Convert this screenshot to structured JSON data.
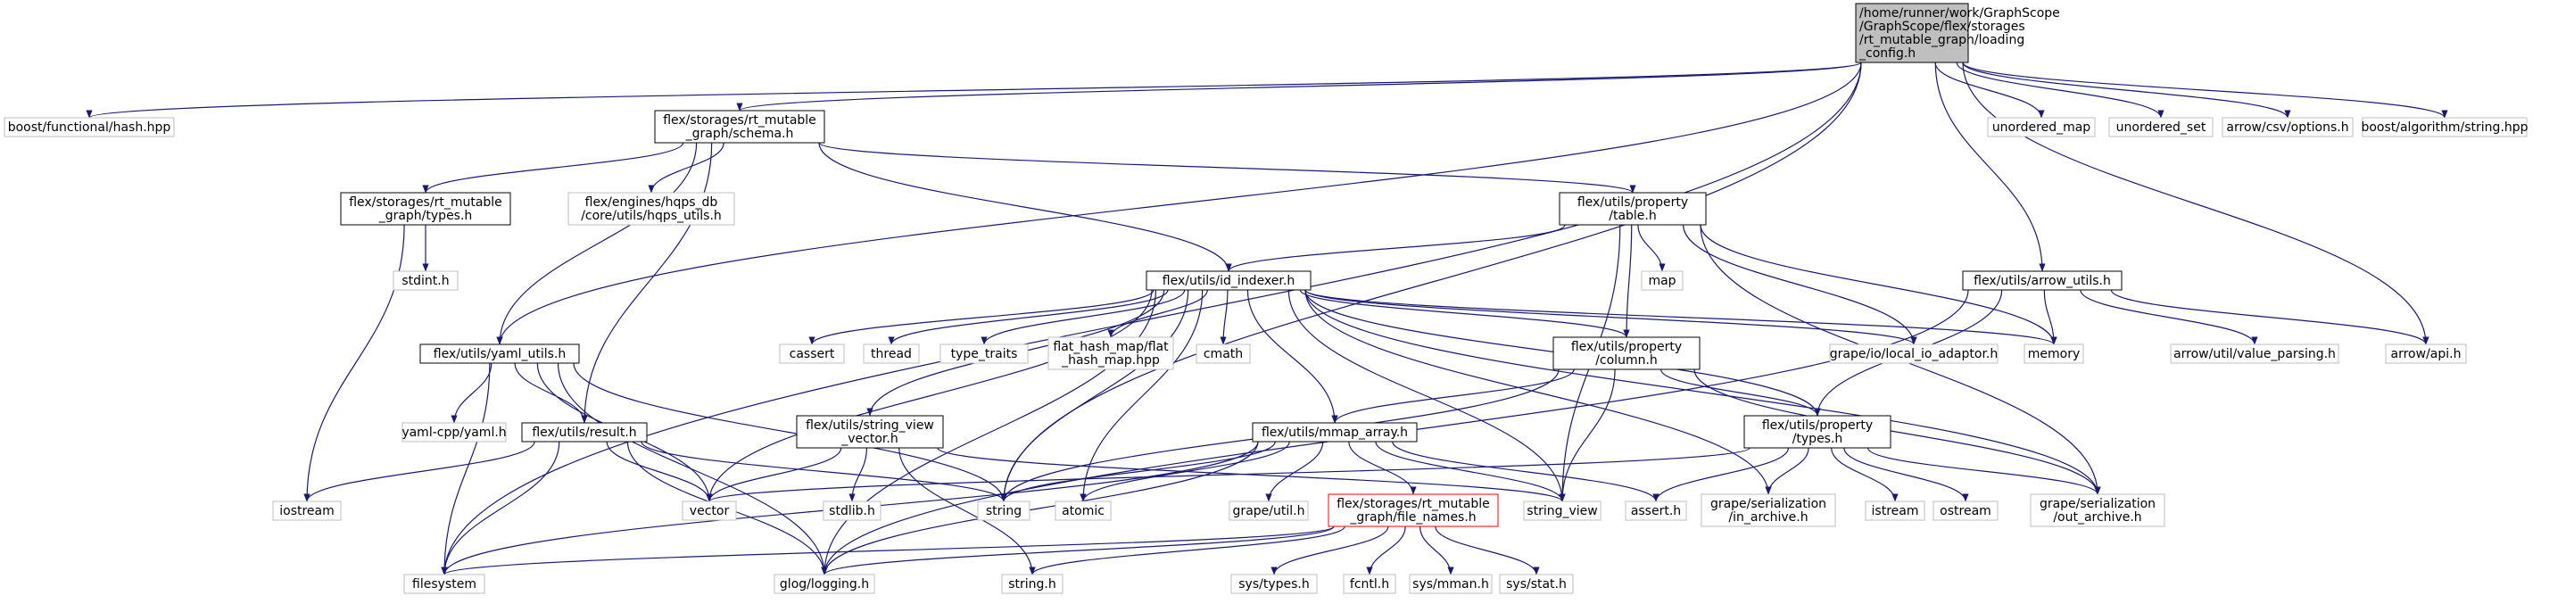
{
  "nodes": [
    {
      "id": "root",
      "lines": [
        "/home/runner/work/GraphScope",
        "/GraphScope/flex/storages",
        "/rt_mutable_graph/loading",
        "_config.h"
      ],
      "kind": "root"
    },
    {
      "id": "boost_hash",
      "lines": [
        "boost/functional/hash.hpp"
      ],
      "kind": "external"
    },
    {
      "id": "schema",
      "lines": [
        "flex/storages/rt_mutable",
        "_graph/schema.h"
      ],
      "kind": "internal"
    },
    {
      "id": "unordered_map",
      "lines": [
        "unordered_map"
      ],
      "kind": "external"
    },
    {
      "id": "unordered_set",
      "lines": [
        "unordered_set"
      ],
      "kind": "external"
    },
    {
      "id": "arrow_csv",
      "lines": [
        "arrow/csv/options.h"
      ],
      "kind": "external"
    },
    {
      "id": "boost_string",
      "lines": [
        "boost/algorithm/string.hpp"
      ],
      "kind": "external"
    },
    {
      "id": "types_rt",
      "lines": [
        "flex/storages/rt_mutable",
        "_graph/types.h"
      ],
      "kind": "internal"
    },
    {
      "id": "hqps_utils",
      "lines": [
        "flex/engines/hqps_db",
        "/core/utils/hqps_utils.h"
      ],
      "kind": "external"
    },
    {
      "id": "prop_table",
      "lines": [
        "flex/utils/property",
        "/table.h"
      ],
      "kind": "internal"
    },
    {
      "id": "stdint",
      "lines": [
        "stdint.h"
      ],
      "kind": "external"
    },
    {
      "id": "id_indexer",
      "lines": [
        "flex/utils/id_indexer.h"
      ],
      "kind": "internal"
    },
    {
      "id": "map",
      "lines": [
        "map"
      ],
      "kind": "external"
    },
    {
      "id": "arrow_utils",
      "lines": [
        "flex/utils/arrow_utils.h"
      ],
      "kind": "internal"
    },
    {
      "id": "yaml_utils",
      "lines": [
        "flex/utils/yaml_utils.h"
      ],
      "kind": "internal"
    },
    {
      "id": "cassert",
      "lines": [
        "cassert"
      ],
      "kind": "external"
    },
    {
      "id": "thread",
      "lines": [
        "thread"
      ],
      "kind": "external"
    },
    {
      "id": "type_traits",
      "lines": [
        "type_traits"
      ],
      "kind": "external"
    },
    {
      "id": "flat_hash_map",
      "lines": [
        "flat_hash_map/flat",
        "_hash_map.hpp"
      ],
      "kind": "external"
    },
    {
      "id": "cmath",
      "lines": [
        "cmath"
      ],
      "kind": "external"
    },
    {
      "id": "prop_column",
      "lines": [
        "flex/utils/property",
        "/column.h"
      ],
      "kind": "internal"
    },
    {
      "id": "local_io",
      "lines": [
        "grape/io/local_io_adaptor.h"
      ],
      "kind": "external"
    },
    {
      "id": "memory",
      "lines": [
        "memory"
      ],
      "kind": "external"
    },
    {
      "id": "value_parsing",
      "lines": [
        "arrow/util/value_parsing.h"
      ],
      "kind": "external"
    },
    {
      "id": "arrow_api",
      "lines": [
        "arrow/api.h"
      ],
      "kind": "external"
    },
    {
      "id": "yaml_cpp",
      "lines": [
        "yaml-cpp/yaml.h"
      ],
      "kind": "external"
    },
    {
      "id": "result",
      "lines": [
        "flex/utils/result.h"
      ],
      "kind": "internal"
    },
    {
      "id": "sv_vector",
      "lines": [
        "flex/utils/string_view",
        "_vector.h"
      ],
      "kind": "internal"
    },
    {
      "id": "mmap_array",
      "lines": [
        "flex/utils/mmap_array.h"
      ],
      "kind": "internal"
    },
    {
      "id": "prop_types",
      "lines": [
        "flex/utils/property",
        "/types.h"
      ],
      "kind": "internal"
    },
    {
      "id": "iostream",
      "lines": [
        "iostream"
      ],
      "kind": "external"
    },
    {
      "id": "vector",
      "lines": [
        "vector"
      ],
      "kind": "external"
    },
    {
      "id": "stdlib",
      "lines": [
        "stdlib.h"
      ],
      "kind": "external"
    },
    {
      "id": "string",
      "lines": [
        "string"
      ],
      "kind": "external"
    },
    {
      "id": "atomic",
      "lines": [
        "atomic"
      ],
      "kind": "external"
    },
    {
      "id": "grape_util",
      "lines": [
        "grape/util.h"
      ],
      "kind": "external"
    },
    {
      "id": "file_names",
      "lines": [
        "flex/storages/rt_mutable",
        "_graph/file_names.h"
      ],
      "kind": "missing"
    },
    {
      "id": "string_view",
      "lines": [
        "string_view"
      ],
      "kind": "external"
    },
    {
      "id": "assert",
      "lines": [
        "assert.h"
      ],
      "kind": "external"
    },
    {
      "id": "in_archive",
      "lines": [
        "grape/serialization",
        "/in_archive.h"
      ],
      "kind": "external"
    },
    {
      "id": "istream",
      "lines": [
        "istream"
      ],
      "kind": "external"
    },
    {
      "id": "ostream",
      "lines": [
        "ostream"
      ],
      "kind": "external"
    },
    {
      "id": "out_archive",
      "lines": [
        "grape/serialization",
        "/out_archive.h"
      ],
      "kind": "external"
    },
    {
      "id": "filesystem",
      "lines": [
        "filesystem"
      ],
      "kind": "external"
    },
    {
      "id": "glog",
      "lines": [
        "glog/logging.h"
      ],
      "kind": "external"
    },
    {
      "id": "string_h",
      "lines": [
        "string.h"
      ],
      "kind": "external"
    },
    {
      "id": "sys_types",
      "lines": [
        "sys/types.h"
      ],
      "kind": "external"
    },
    {
      "id": "fcntl",
      "lines": [
        "fcntl.h"
      ],
      "kind": "external"
    },
    {
      "id": "sys_mman",
      "lines": [
        "sys/mman.h"
      ],
      "kind": "external"
    },
    {
      "id": "sys_stat",
      "lines": [
        "sys/stat.h"
      ],
      "kind": "external"
    }
  ],
  "edges": [
    [
      "root",
      "boost_hash"
    ],
    [
      "root",
      "schema"
    ],
    [
      "root",
      "unordered_map"
    ],
    [
      "root",
      "unordered_set"
    ],
    [
      "root",
      "arrow_csv"
    ],
    [
      "root",
      "boost_string"
    ],
    [
      "root",
      "arrow_utils"
    ],
    [
      "root",
      "yaml_utils"
    ],
    [
      "root",
      "filesystem"
    ],
    [
      "root",
      "string"
    ],
    [
      "root",
      "arrow_api"
    ],
    [
      "schema",
      "types_rt"
    ],
    [
      "schema",
      "hqps_utils"
    ],
    [
      "schema",
      "prop_table"
    ],
    [
      "schema",
      "id_indexer"
    ],
    [
      "schema",
      "yaml_utils"
    ],
    [
      "schema",
      "result"
    ],
    [
      "types_rt",
      "stdint"
    ],
    [
      "types_rt",
      "iostream"
    ],
    [
      "prop_table",
      "id_indexer"
    ],
    [
      "prop_table",
      "map"
    ],
    [
      "prop_table",
      "prop_column"
    ],
    [
      "prop_table",
      "local_io"
    ],
    [
      "prop_table",
      "memory"
    ],
    [
      "prop_table",
      "string_view"
    ],
    [
      "prop_table",
      "out_archive"
    ],
    [
      "id_indexer",
      "cassert"
    ],
    [
      "id_indexer",
      "thread"
    ],
    [
      "id_indexer",
      "type_traits"
    ],
    [
      "id_indexer",
      "flat_hash_map"
    ],
    [
      "id_indexer",
      "cmath"
    ],
    [
      "id_indexer",
      "prop_column"
    ],
    [
      "id_indexer",
      "local_io"
    ],
    [
      "id_indexer",
      "memory"
    ],
    [
      "id_indexer",
      "sv_vector"
    ],
    [
      "id_indexer",
      "mmap_array"
    ],
    [
      "id_indexer",
      "prop_types"
    ],
    [
      "id_indexer",
      "vector"
    ],
    [
      "id_indexer",
      "string"
    ],
    [
      "id_indexer",
      "atomic"
    ],
    [
      "id_indexer",
      "string_view"
    ],
    [
      "id_indexer",
      "glog"
    ],
    [
      "id_indexer",
      "in_archive"
    ],
    [
      "id_indexer",
      "out_archive"
    ],
    [
      "arrow_utils",
      "memory"
    ],
    [
      "arrow_utils",
      "value_parsing"
    ],
    [
      "arrow_utils",
      "arrow_api"
    ],
    [
      "arrow_utils",
      "prop_types"
    ],
    [
      "arrow_utils",
      "glog"
    ],
    [
      "yaml_utils",
      "yaml_cpp"
    ],
    [
      "yaml_utils",
      "result"
    ],
    [
      "yaml_utils",
      "vector"
    ],
    [
      "yaml_utils",
      "string"
    ],
    [
      "yaml_utils",
      "filesystem"
    ],
    [
      "yaml_utils",
      "glog"
    ],
    [
      "prop_column",
      "mmap_array"
    ],
    [
      "prop_column",
      "prop_types"
    ],
    [
      "prop_column",
      "string"
    ],
    [
      "prop_column",
      "string_view"
    ],
    [
      "prop_column",
      "out_archive"
    ],
    [
      "result",
      "iostream"
    ],
    [
      "result",
      "vector"
    ],
    [
      "result",
      "string"
    ],
    [
      "result",
      "filesystem"
    ],
    [
      "result",
      "glog"
    ],
    [
      "sv_vector",
      "vector"
    ],
    [
      "sv_vector",
      "stdlib"
    ],
    [
      "sv_vector",
      "string_h"
    ],
    [
      "sv_vector",
      "string_view"
    ],
    [
      "mmap_array",
      "string"
    ],
    [
      "mmap_array",
      "atomic"
    ],
    [
      "mmap_array",
      "grape_util"
    ],
    [
      "mmap_array",
      "file_names"
    ],
    [
      "mmap_array",
      "string_view"
    ],
    [
      "mmap_array",
      "assert"
    ],
    [
      "mmap_array",
      "filesystem"
    ],
    [
      "mmap_array",
      "glog"
    ],
    [
      "prop_types",
      "vector"
    ],
    [
      "prop_types",
      "assert"
    ],
    [
      "prop_types",
      "in_archive"
    ],
    [
      "prop_types",
      "istream"
    ],
    [
      "prop_types",
      "ostream"
    ],
    [
      "prop_types",
      "out_archive"
    ],
    [
      "file_names",
      "filesystem"
    ],
    [
      "file_names",
      "glog"
    ],
    [
      "file_names",
      "string_h"
    ],
    [
      "file_names",
      "sys_types"
    ],
    [
      "file_names",
      "fcntl"
    ],
    [
      "file_names",
      "sys_mman"
    ],
    [
      "file_names",
      "sys_stat"
    ]
  ],
  "colors": {
    "edge": "#191970",
    "root_fill": "#bfbfbf",
    "internal_fill": "#ffffff",
    "internal_stroke": "#000000",
    "external_stroke": "#bfbfbf",
    "missing_stroke": "#ff0000",
    "text": "#000000"
  }
}
